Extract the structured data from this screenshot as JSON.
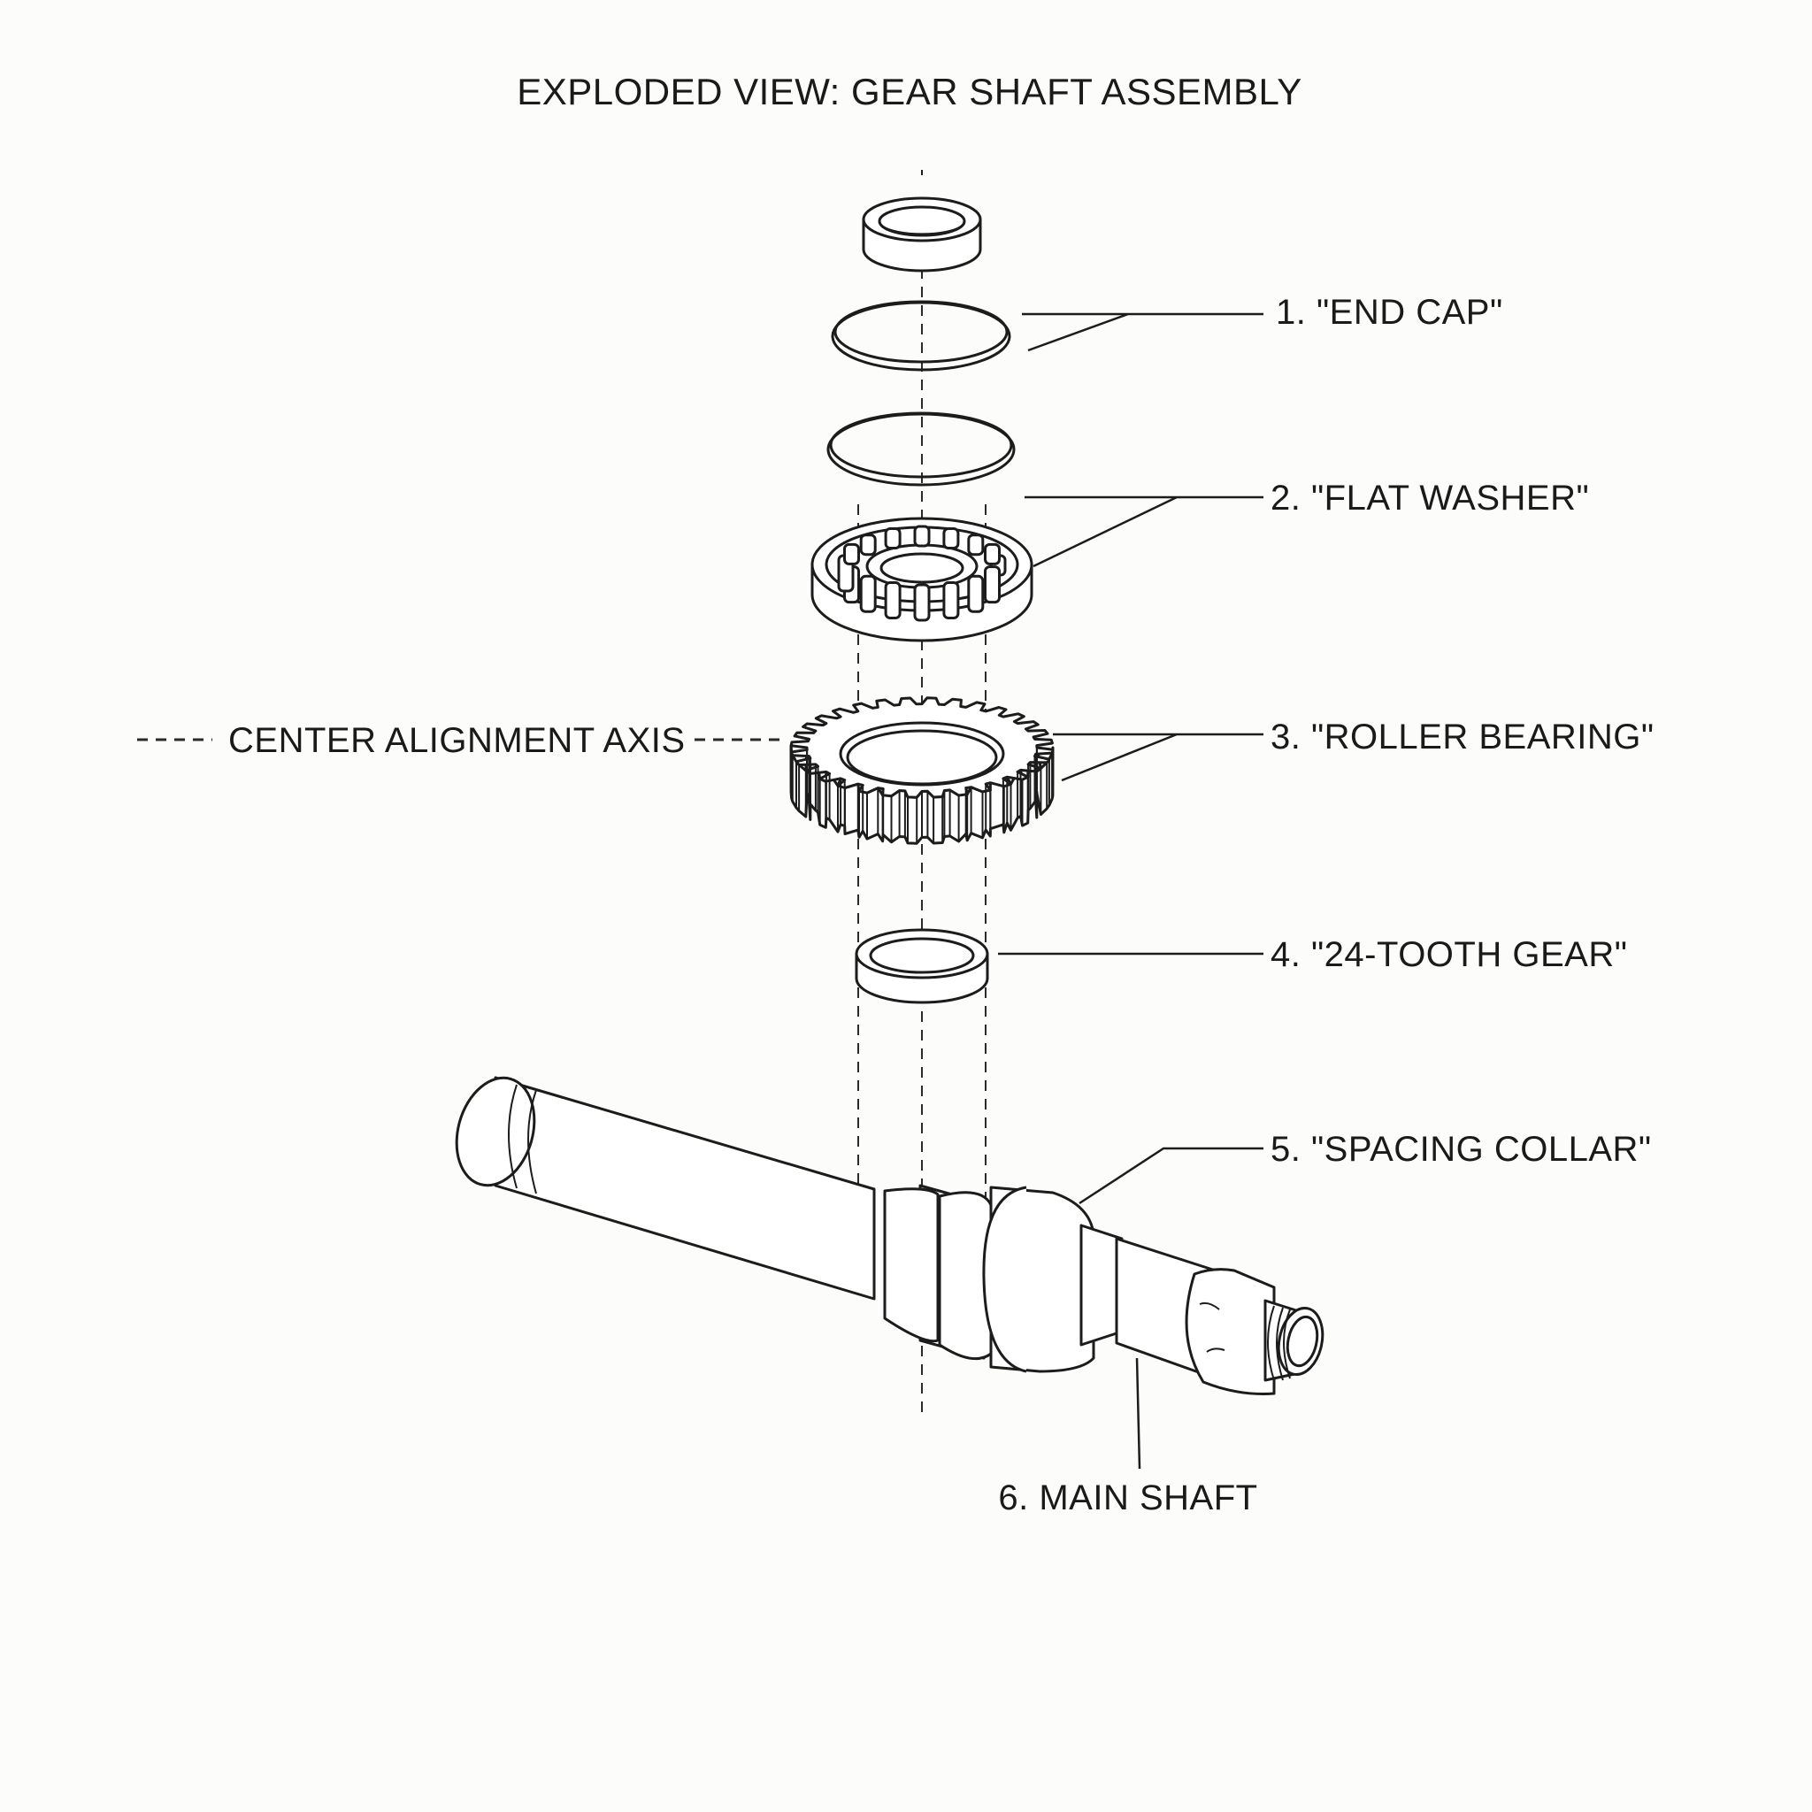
{
  "title": "EXPLODED VIEW: GEAR SHAFT ASSEMBLY",
  "axis_label": "CENTER ALIGNMENT AXIS",
  "callouts": [
    {
      "id": "1",
      "text": "1. \"END CAP\""
    },
    {
      "id": "2",
      "text": "2. \"FLAT WASHER\""
    },
    {
      "id": "3",
      "text": "3. \"ROLLER BEARING\""
    },
    {
      "id": "4",
      "text": "4. \"24-TOOTH GEAR\""
    },
    {
      "id": "5",
      "text": "5. \"SPACING COLLAR\""
    },
    {
      "id": "6",
      "text": "6. MAIN SHAFT"
    }
  ],
  "colors": {
    "ink": "#1c1c1c",
    "paper": "#fcfcfb"
  }
}
